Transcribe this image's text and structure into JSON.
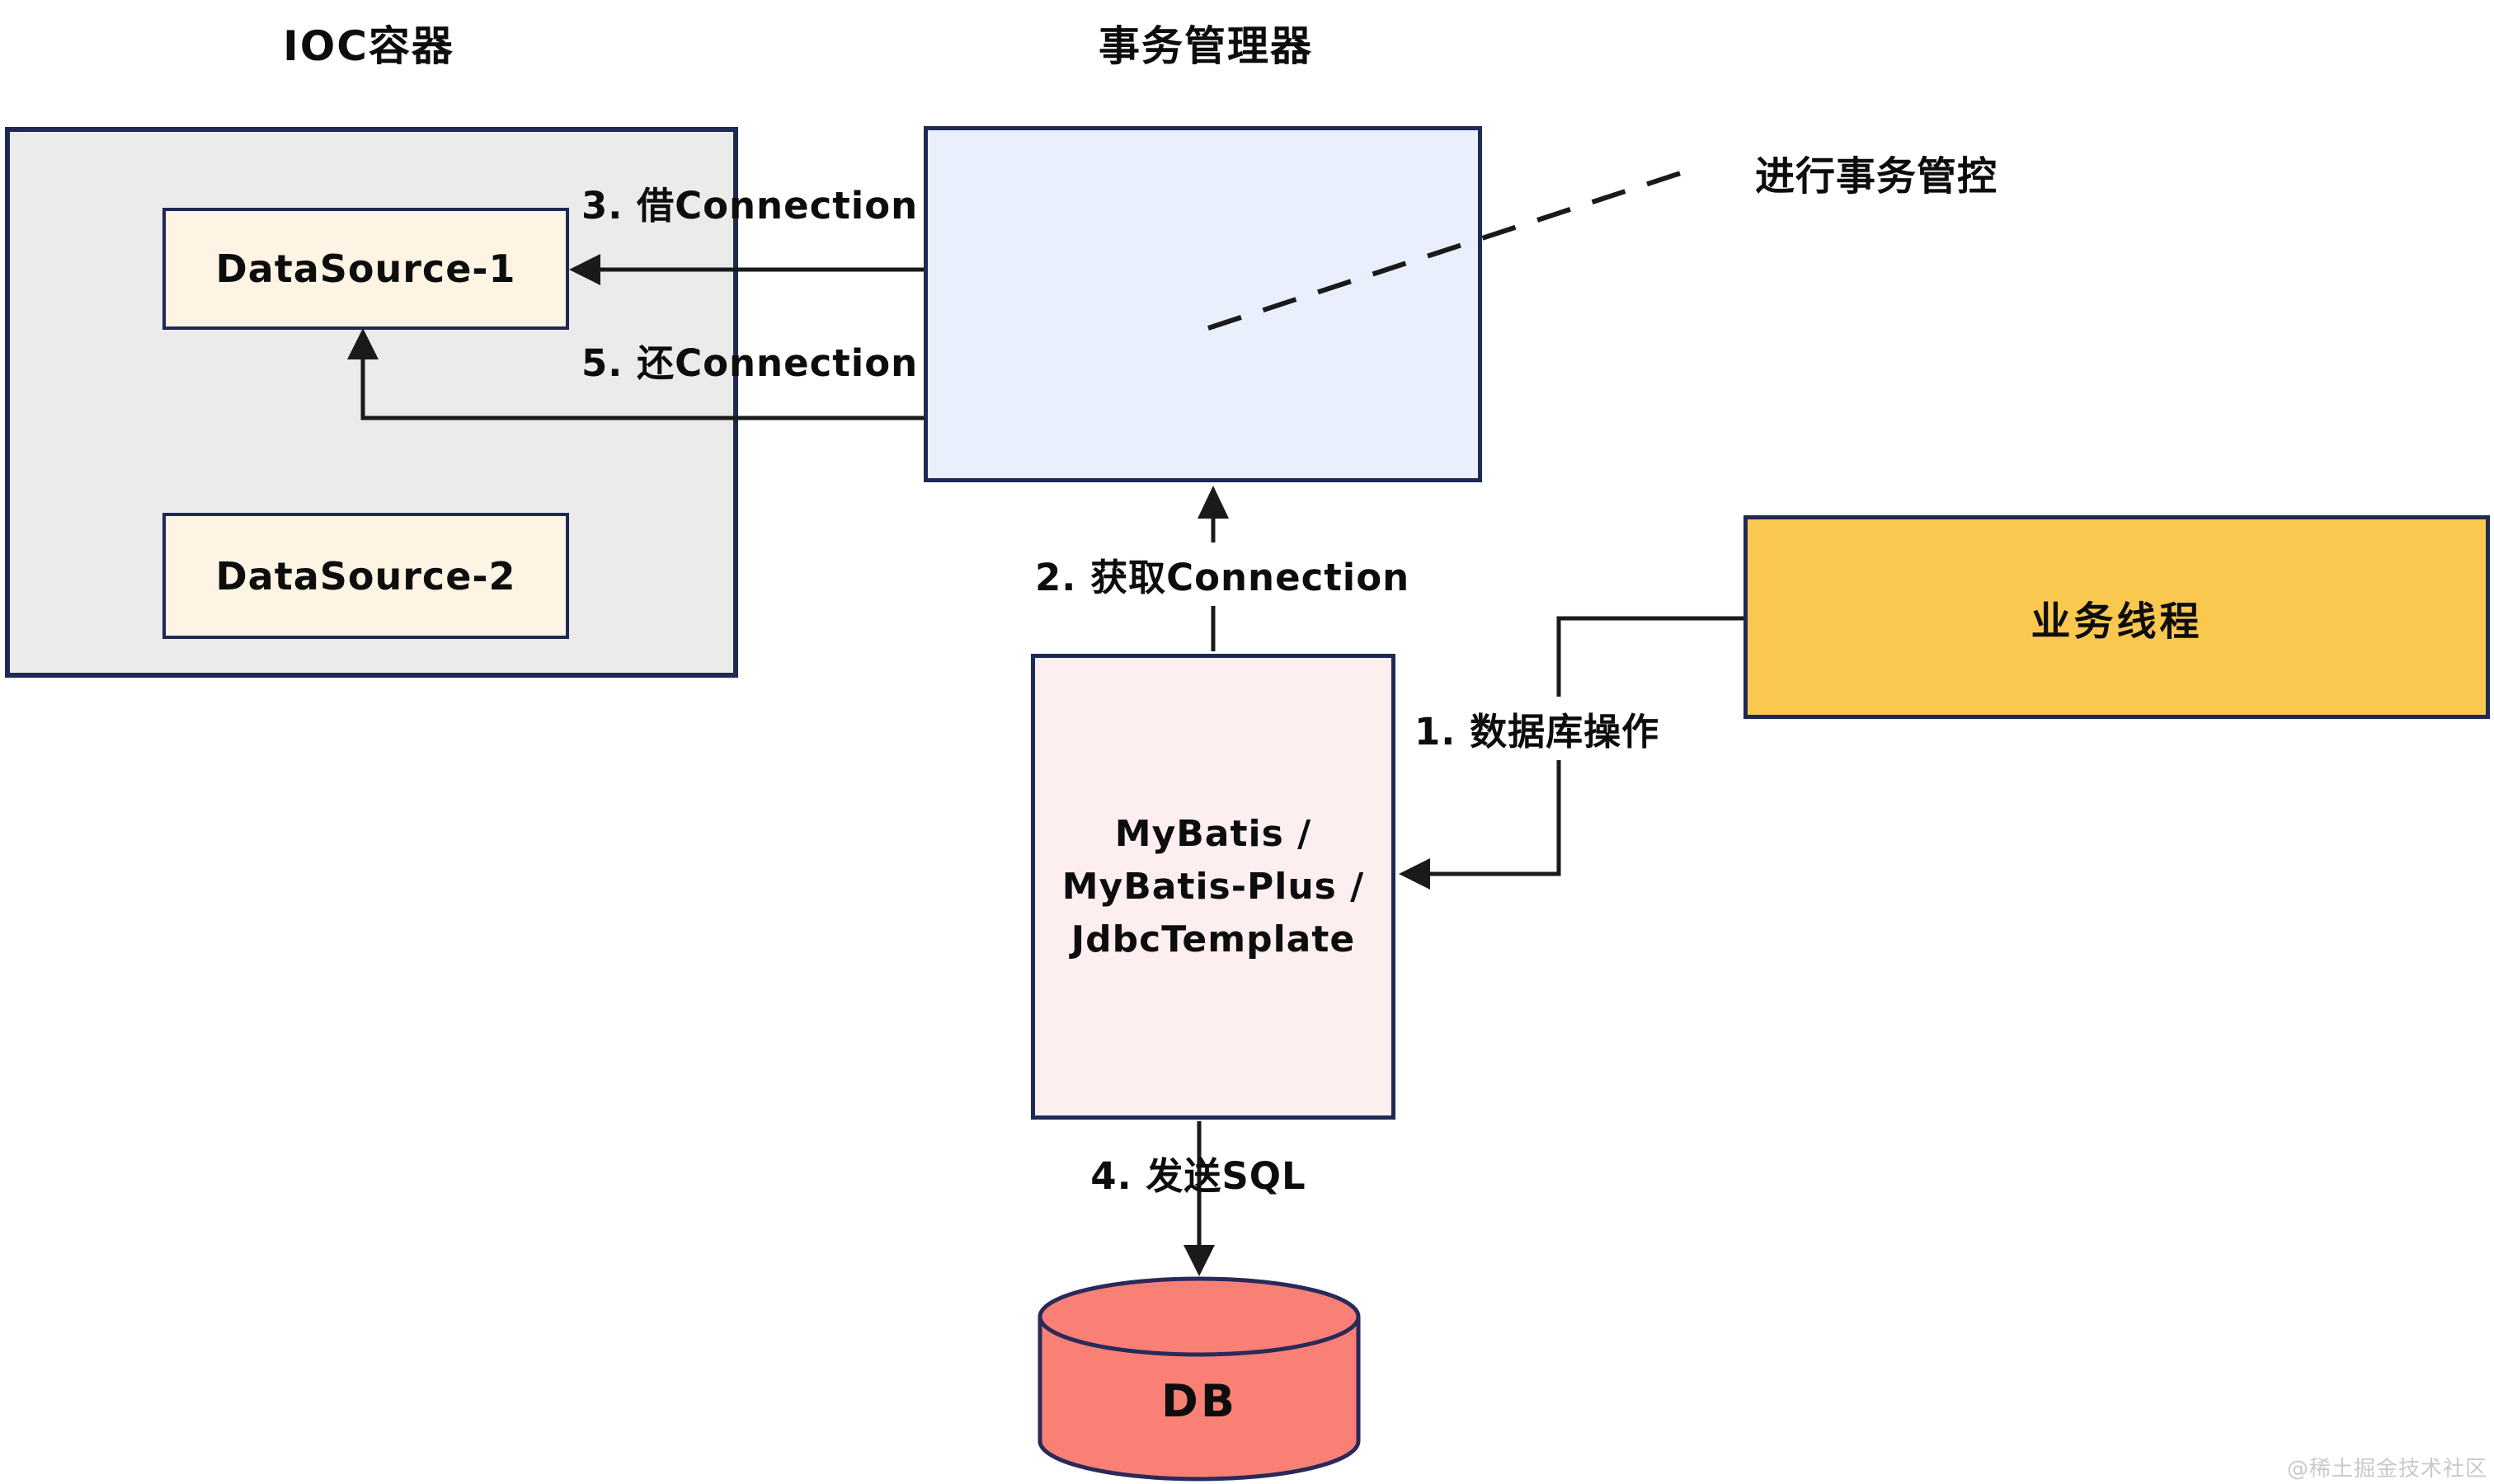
{
  "titles": {
    "ioc_container": "IOC容器",
    "transaction_manager": "事务管理器"
  },
  "boxes": {
    "datasource1": "DataSource-1",
    "datasource2": "DataSource-2",
    "mybatis_lines": [
      "MyBatis /",
      "MyBatis-Plus /",
      "JdbcTemplate"
    ],
    "business_thread": "业务线程",
    "db": "DB"
  },
  "labels": {
    "step1": "1. 数据库操作",
    "step2": "2. 获取Connection",
    "step3": "3. 借Connection",
    "step4": "4. 发送SQL",
    "step5": "5. 还Connection",
    "annotation": "进行事务管控"
  },
  "watermark": "@稀土掘金技术社区",
  "colors": {
    "border_navy": "#1e2a55",
    "line_black": "#1a1a1a",
    "gray_fill": "#ebebeb",
    "cream_fill": "#fdf4e3",
    "blue_fill": "#e9effc",
    "pink_fill": "#fdeef0",
    "yellow_fill": "#fac84e",
    "db_fill": "#f98075",
    "watermark_gray": "#c9c9c9"
  }
}
